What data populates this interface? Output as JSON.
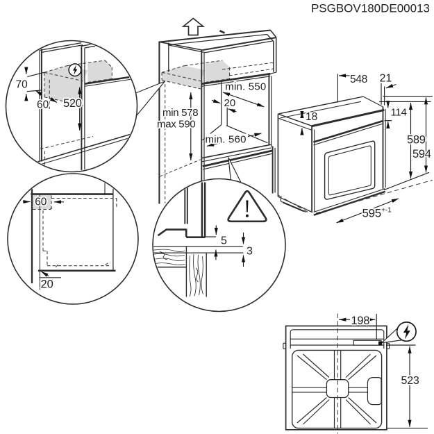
{
  "document_code": "PSGBOV180DE00013",
  "colors": {
    "line": "#2d2d2d",
    "shading": "#dadada",
    "background": "#ffffff"
  },
  "niche_drawing": {
    "labels": {
      "depth": "min. 550",
      "rear_gap": "20",
      "height_min": "min 578",
      "height_max": "max 590",
      "width": "min. 560"
    },
    "icons": [
      "insert-direction-arrow"
    ]
  },
  "oven_drawing": {
    "labels": {
      "body_depth": "548",
      "front_offset": "21",
      "top_trim": "18",
      "panel_height": "114",
      "body_height": "589",
      "total_height": "594",
      "width": "595",
      "width_tolerance": "+-1"
    }
  },
  "top_view_drawing": {
    "labels": {
      "connection_offset": "198",
      "depth": "523"
    },
    "icons": [
      "lightning-icon"
    ]
  },
  "detail_top_left": {
    "labels": {
      "zone_height": "70",
      "zone_depth": "60",
      "drop_height": "520"
    },
    "icons": [
      "lightning-icon"
    ]
  },
  "detail_bottom_left": {
    "labels": {
      "side_zone": "60",
      "bottom_gap": "20"
    }
  },
  "detail_bottom_center": {
    "labels": {
      "front_gap": "5",
      "lower_gap": "3"
    },
    "icons": [
      "warning-triangle-icon"
    ]
  }
}
